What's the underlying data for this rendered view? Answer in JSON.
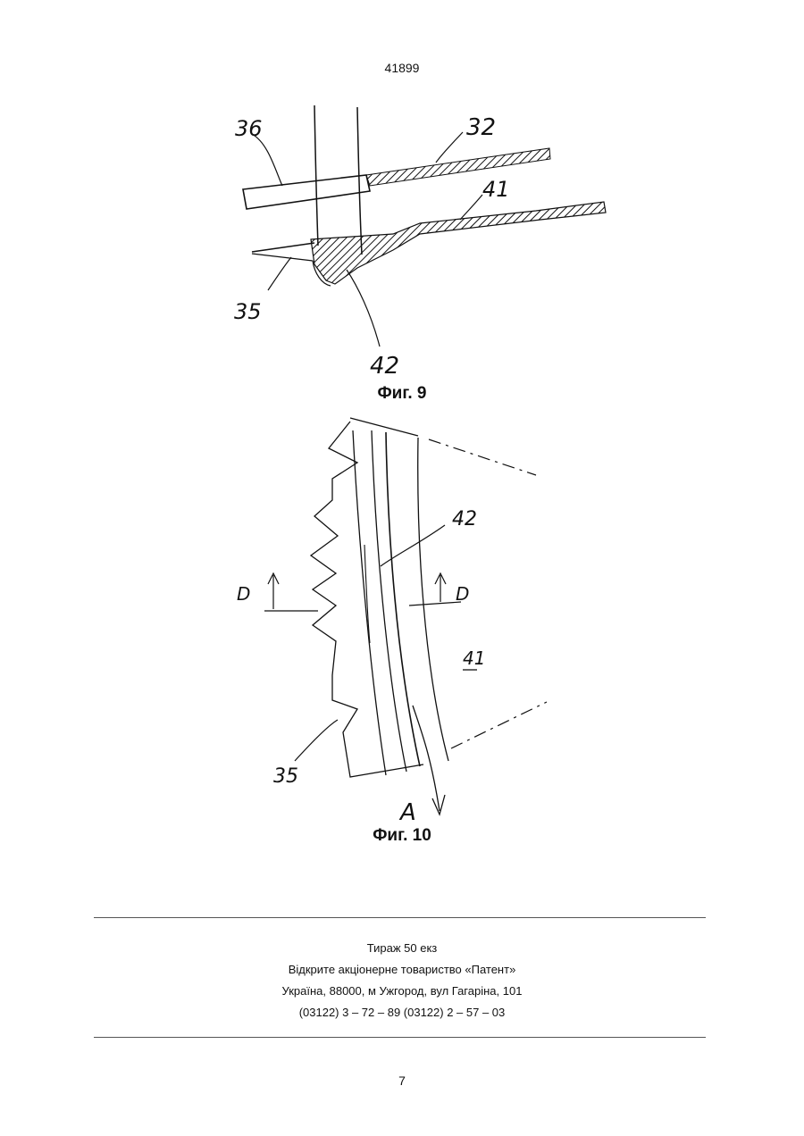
{
  "header": {
    "patent_number": "41899"
  },
  "figure9": {
    "caption": "Фиг. 9",
    "labels": {
      "l36": "36",
      "l32": "32",
      "l41": "41",
      "l35": "35",
      "l42": "42"
    }
  },
  "figure10": {
    "caption": "Фиг. 10",
    "labels": {
      "l42": "42",
      "lD1": "D",
      "lD2": "D",
      "l41": "41",
      "l35": "35",
      "lA": "A"
    }
  },
  "imprint": {
    "lines": [
      "Тираж 50 екз",
      "Відкрите акціонерне товариство «Патент»",
      "Україна, 88000, м  Ужгород, вул  Гагаріна, 101",
      "(03122) 3 – 72 – 89  (03122) 2 – 57 – 03"
    ]
  },
  "footer": {
    "page_number": "7"
  }
}
